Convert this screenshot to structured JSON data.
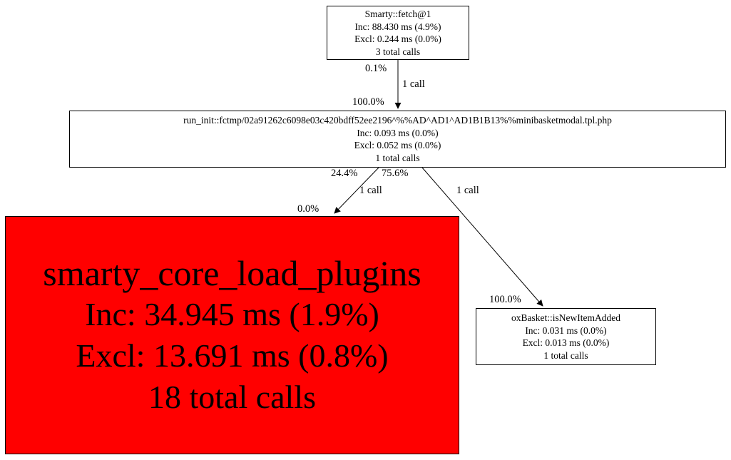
{
  "nodes": {
    "smarty_fetch": {
      "title": "Smarty::fetch@1",
      "inc": "Inc: 88.430 ms (4.9%)",
      "excl": "Excl: 0.244 ms (0.0%)",
      "calls": "3 total calls"
    },
    "run_init": {
      "title": "run_init::fctmp/02a91262c6098e03c420bdff52ee2196^%%AD^AD1^AD1B1B13%%minibasketmodal.tpl.php",
      "inc": "Inc: 0.093 ms (0.0%)",
      "excl": "Excl: 0.052 ms (0.0%)",
      "calls": "1 total calls"
    },
    "smarty_core_load_plugins": {
      "title": "smarty_core_load_plugins",
      "inc": "Inc: 34.945 ms (1.9%)",
      "excl": "Excl: 13.691 ms (0.8%)",
      "calls": "18 total calls",
      "highlight_color": "#ff0000"
    },
    "oxbasket": {
      "title": "oxBasket::isNewItemAdded",
      "inc": "Inc: 0.031 ms (0.0%)",
      "excl": "Excl: 0.013 ms (0.0%)",
      "calls": "1 total calls"
    }
  },
  "edges": {
    "fetch_to_runinit": {
      "caller_pct": "0.1%",
      "calls": "1 call",
      "callee_pct": "100.0%"
    },
    "runinit_to_plugins": {
      "caller_pct": "24.4%",
      "calls": "1 call",
      "callee_pct": "0.0%"
    },
    "runinit_to_oxbasket": {
      "caller_pct": "75.6%",
      "calls": "1 call",
      "callee_pct": "100.0%"
    }
  }
}
